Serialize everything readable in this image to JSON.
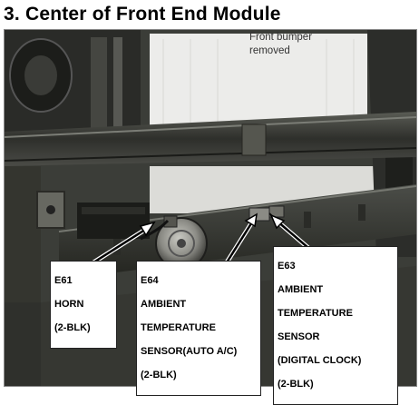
{
  "title": "3. Center of Front End Module",
  "photo_note": {
    "line1": "Front bumper",
    "line2": "removed"
  },
  "callouts": {
    "e61": {
      "code": "E61",
      "name": "HORN",
      "pins": "(2-BLK)"
    },
    "e64": {
      "code": "E64",
      "line1": "AMBIENT",
      "line2": "TEMPERATURE",
      "line3": "SENSOR(AUTO A/C)",
      "pins": "(2-BLK)"
    },
    "e63": {
      "code": "E63",
      "line1": "AMBIENT",
      "line2": "TEMPERATURE",
      "line3": "SENSOR",
      "line4": "(DIGITAL CLOCK)",
      "pins": "(2-BLK)"
    }
  }
}
